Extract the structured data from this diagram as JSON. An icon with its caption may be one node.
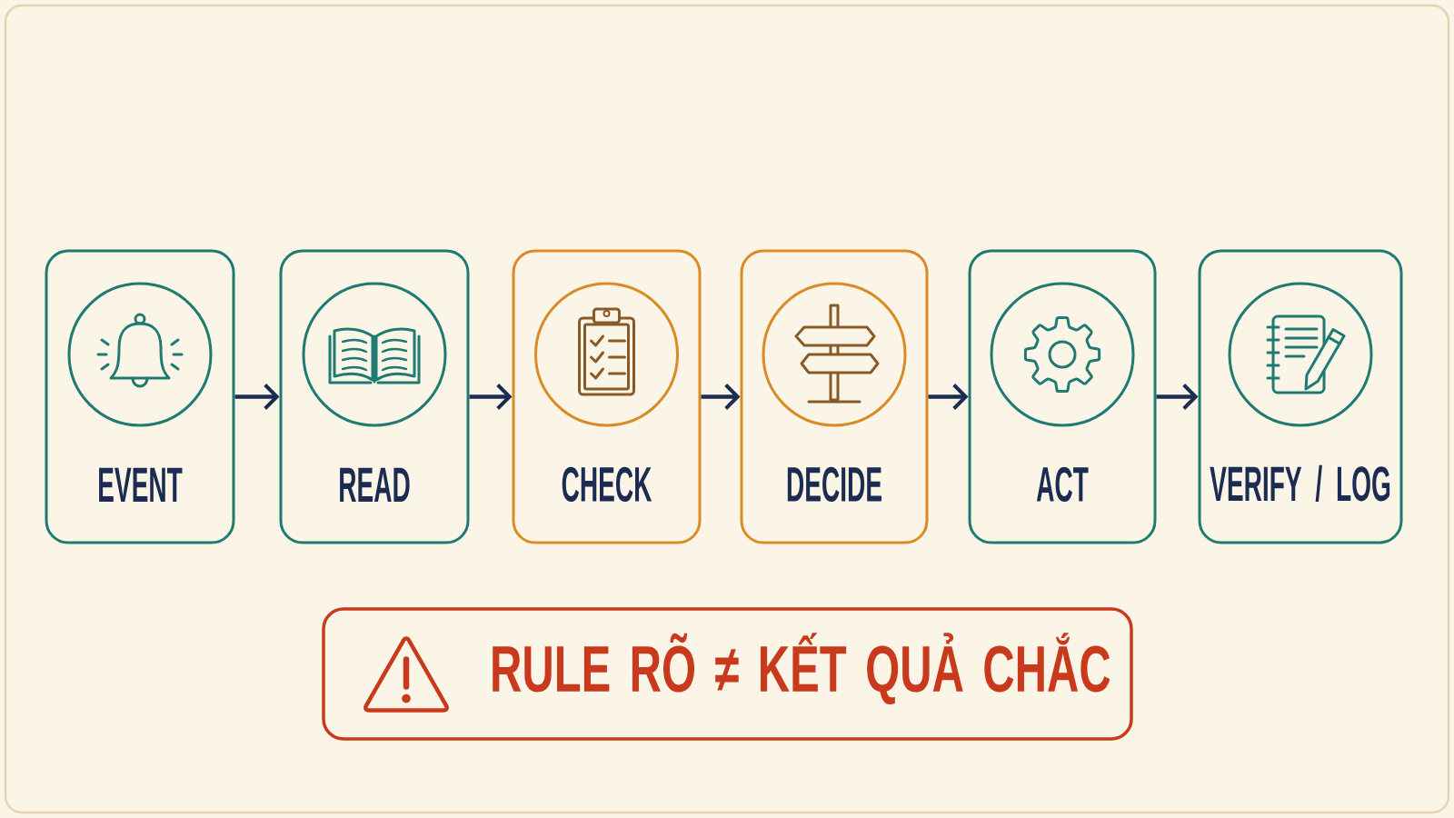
{
  "diagram": {
    "nodes": [
      {
        "text": [
          "EVENT"
        ]
      },
      {
        "text": [
          "READ"
        ]
      },
      {
        "text": [
          "CHECK"
        ]
      },
      {
        "text": [
          "DECIDE"
        ]
      },
      {
        "text": [
          "ACT"
        ]
      },
      {
        "text": [
          "VERIFY / LOG"
        ]
      },
      {
        "text": [
          "RULE RÕ ≠ KẾT QUẢ CHẮC"
        ]
      }
    ],
    "edges": [
      {
        "from": 0,
        "to": 1,
        "arrow": "to"
      },
      {
        "from": 1,
        "to": 2,
        "arrow": "to"
      },
      {
        "from": 2,
        "to": 3,
        "arrow": "to"
      },
      {
        "from": 3,
        "to": 4,
        "arrow": "to"
      },
      {
        "from": 4,
        "to": 5,
        "arrow": "to"
      }
    ]
  }
}
